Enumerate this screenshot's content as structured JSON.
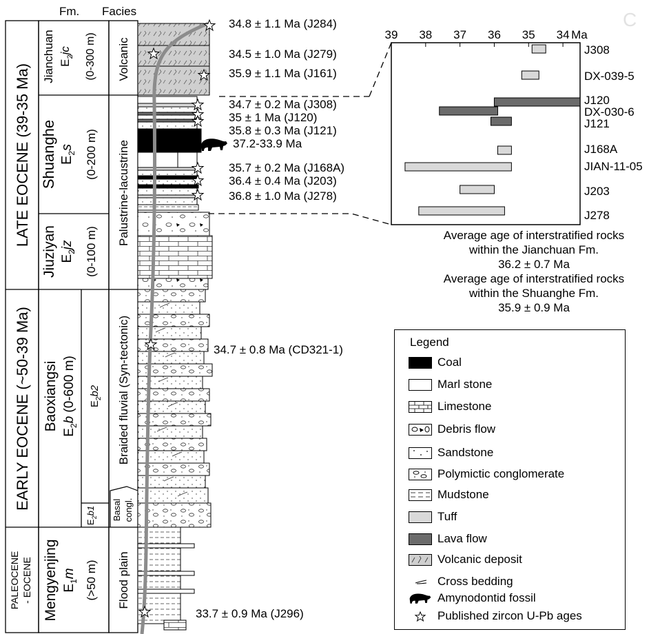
{
  "headers": {
    "fm": "Fm.",
    "facies": "Facies"
  },
  "epochs": {
    "late": "LATE EOCENE (39-35 Ma)",
    "early": "EARLY EOCENE (~50-39 Ma)",
    "paleo_line1": "PALEOCENE",
    "paleo_line2": "- EOCENE"
  },
  "formations": {
    "jianchuan": {
      "name": "Jianchuan",
      "sym_main": "E",
      "sym_sub": "2",
      "sym_rest": "jc",
      "thick": "(0-300 m)"
    },
    "shuanghe": {
      "name": "Shuanghe",
      "sym_main": "E",
      "sym_sub": "2",
      "sym_rest": "s",
      "thick": "(0-200 m)"
    },
    "jiuziyan": {
      "name": "Jiuziyan",
      "sym_main": "E",
      "sym_sub": "2",
      "sym_rest": "jz",
      "thick": "(0-100 m)"
    },
    "baoxiangsi": {
      "name": "Baoxiangsi",
      "sym_main": "E",
      "sym_sub": "2",
      "sym_rest": "b",
      "thick": " (0-600 m)"
    },
    "b2": {
      "main": "E",
      "sub": "2",
      "rest": "b2"
    },
    "b1": {
      "main": "E",
      "sub": "2",
      "rest": "b1"
    },
    "mengyenjing": {
      "name": "Mengyenjing",
      "sym_main": "E",
      "sym_sub": "1",
      "sym_rest": "m",
      "thick": "(>50 m)"
    }
  },
  "facies": {
    "volcanic": "Volcanic",
    "palustrine": "Palustrine-lacustrine",
    "braided": "Braided fluvial (Syn-tectonic)",
    "basal_1": "Basal",
    "basal_2": "congl.",
    "flood": "Flood plain"
  },
  "ages": [
    "34.8 ± 1.1 Ma (J284)",
    "34.5 ± 1.0 Ma (J279)",
    "35.9 ± 1.1 Ma (J161)",
    "34.7 ± 0.2 Ma (J308)",
    "35 ± 1 Ma (J120)",
    "35.8 ± 0.3 Ma (J121)",
    "37.2-33.9 Ma",
    "35.7 ± 0.2 Ma (J168A)",
    "36.4 ± 0.4 Ma (J203)",
    "36.8 ± 1.0 Ma (J278)",
    "34.7 ± 0.8 Ma (CD321-1)",
    "33.7 ± 0.9 Ma (J296)"
  ],
  "chart_data": {
    "type": "bar",
    "xlabel": "Ma",
    "xlim": [
      39,
      33.5
    ],
    "ticks": [
      "39",
      "38",
      "37",
      "36",
      "35",
      "34"
    ],
    "samples": [
      {
        "name": "J308",
        "min": 34.9,
        "max": 34.5,
        "kind": "Tuff"
      },
      {
        "name": "DX-039-5",
        "min": 35.2,
        "max": 34.7,
        "kind": "Tuff"
      },
      {
        "name": "J120",
        "min": 36.0,
        "max": 33.5,
        "kind": "Lava flow"
      },
      {
        "name": "DX-030-6",
        "min": 37.6,
        "max": 35.9,
        "kind": "Lava flow"
      },
      {
        "name": "J121",
        "min": 36.1,
        "max": 35.5,
        "kind": "Lava flow"
      },
      {
        "name": "J168A",
        "min": 35.9,
        "max": 35.5,
        "kind": "Tuff"
      },
      {
        "name": "JIAN-11-05",
        "min": 38.6,
        "max": 35.5,
        "kind": "Tuff"
      },
      {
        "name": "J203",
        "min": 37.0,
        "max": 36.0,
        "kind": "Tuff"
      },
      {
        "name": "J278",
        "min": 38.2,
        "max": 35.7,
        "kind": "Tuff"
      }
    ]
  },
  "averages": {
    "line1": "Average age of interstratified rocks",
    "line2": "within the Jianchuan Fm.",
    "line3": "36.2 ± 0.7 Ma",
    "line4": "Average age of interstratified rocks",
    "line5": "within the Shuanghe Fm.",
    "line6": "35.9 ± 0.9 Ma"
  },
  "legend": {
    "title": "Legend",
    "items": [
      {
        "label": "Coal",
        "icon": "coal-swatch"
      },
      {
        "label": "Marl stone",
        "icon": "marl-swatch"
      },
      {
        "label": "Limestone",
        "icon": "limestone-swatch"
      },
      {
        "label": "Debris flow",
        "icon": "debris-swatch"
      },
      {
        "label": "Sandstone",
        "icon": "sandstone-swatch"
      },
      {
        "label": "Polymictic conglomerate",
        "icon": "conglomerate-swatch"
      },
      {
        "label": "Mudstone",
        "icon": "mudstone-swatch"
      },
      {
        "label": "Tuff",
        "icon": "tuff-swatch"
      },
      {
        "label": "Lava flow",
        "icon": "lava-swatch"
      },
      {
        "label": "Volcanic deposit",
        "icon": "volcanic-swatch"
      },
      {
        "label": "Cross bedding",
        "icon": "cross-bedding-icon"
      },
      {
        "label": "Amynodontid fossil",
        "icon": "rhino-icon"
      },
      {
        "label": "Published zircon U-Pb ages",
        "icon": "star-icon"
      }
    ]
  },
  "colors": {
    "tuff": "#d9d9d9",
    "lava": "#6b6b6b",
    "coal": "#000000",
    "volcanic": "#cfcfcf",
    "trace": "#8c8c8c"
  },
  "watermark": "C"
}
